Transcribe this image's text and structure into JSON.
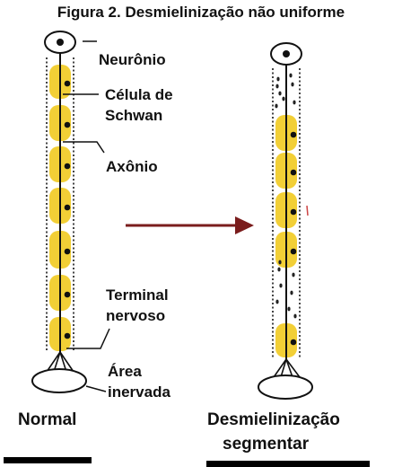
{
  "title": "Figura 2. Desmielinização não uniforme",
  "labels": {
    "neuron": "Neurônio",
    "schwann_line1": "Célula de",
    "schwann_line2": "Schwan",
    "axon": "Axônio",
    "terminal_line1": "Terminal",
    "terminal_line2": "nervoso",
    "area_line1": "Área",
    "area_line2": "inervada"
  },
  "captions": {
    "normal": "Normal",
    "demyelination_line1": "Desmielinização",
    "demyelination_line2": "segmentar"
  },
  "colors": {
    "myelin": "#f2cf36",
    "arrow": "#7a1c1c",
    "ink": "#111111"
  }
}
